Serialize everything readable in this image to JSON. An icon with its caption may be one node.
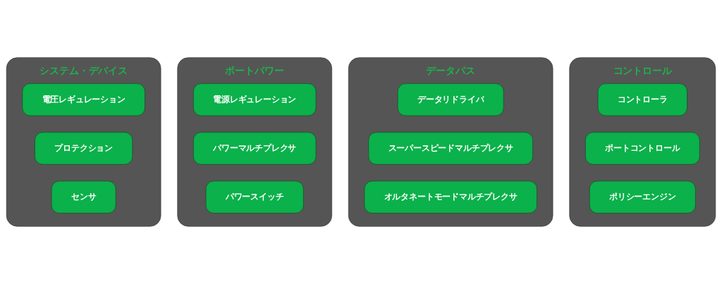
{
  "diagram": {
    "nodes": [
      {
        "text": [
          "システム・デバイス"
        ]
      },
      {
        "text": [
          "電圧レギュレーション"
        ],
        "in": 0
      },
      {
        "text": [
          "プロテクション"
        ],
        "in": 0
      },
      {
        "text": [
          "センサ"
        ],
        "in": 0
      },
      {
        "text": [
          "ポートパワー"
        ]
      },
      {
        "text": [
          "電源レギュレーション"
        ],
        "in": 4
      },
      {
        "text": [
          "パワーマルチプレクサ"
        ],
        "in": 4
      },
      {
        "text": [
          "パワースイッチ"
        ],
        "in": 4
      },
      {
        "text": [
          "データパス"
        ]
      },
      {
        "text": [
          "データリドライバ"
        ],
        "in": 8
      },
      {
        "text": [
          "スーパースピードマルチプレクサ"
        ],
        "in": 8
      },
      {
        "text": [
          "オルタネートモードマルチプレクサ"
        ],
        "in": 8
      },
      {
        "text": [
          "コントロール"
        ]
      },
      {
        "text": [
          "コントローラ"
        ],
        "in": 12
      },
      {
        "text": [
          "ポートコントロール"
        ],
        "in": 12
      },
      {
        "text": [
          "ポリシーエンジン"
        ],
        "in": 12
      }
    ]
  }
}
